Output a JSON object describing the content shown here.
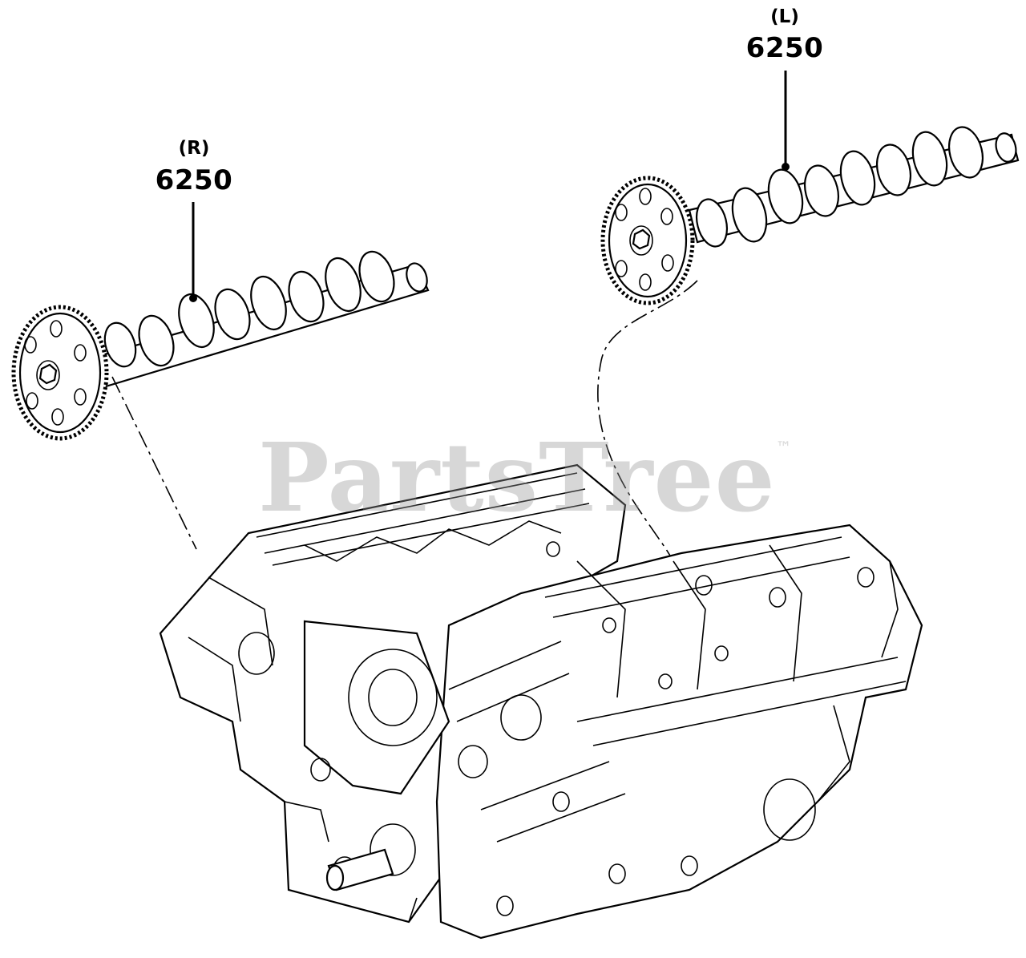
{
  "callouts": {
    "right": {
      "side": "(R)",
      "part": "6250"
    },
    "left": {
      "side": "(L)",
      "part": "6250"
    }
  },
  "watermark": {
    "text": "PartsTree",
    "mark": "™"
  },
  "colors": {
    "lines": "#000000",
    "background": "#ffffff",
    "watermark": "#969696"
  }
}
